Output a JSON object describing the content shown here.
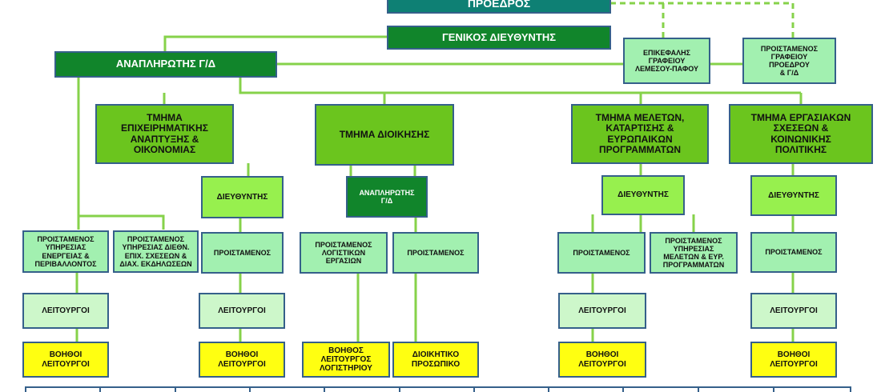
{
  "colors": {
    "line": "#86d24a",
    "dashed_line": "#86d24a",
    "box_border": "#35608a",
    "teal": "#0e8074",
    "dark_green": "#11852b",
    "mid_green": "#6bc51e",
    "light_green": "#97f04e",
    "pale_green": "#a2f0b0",
    "paler_green": "#cdf7ca",
    "yellow": "#ffff11"
  },
  "top": {
    "president": "ΠΡΟΕΔΡΟΣ",
    "general_director": "ΓΕΝΙΚΟΣ ΔΙΕΥΘΥΝΤΗΣ",
    "deputy_gd": "ΑΝΑΠΛΗΡΩΤΗΣ Γ/Δ",
    "limassol_paphos_head": "ΕΠΙΚΕΦΑΛΗΣ\nΓΡΑΦΕΙΟΥ\nΛΕΜΕΣΟΥ-ΠΑΦΟΥ",
    "president_office_head": "ΠΡΟΙΣΤΑΜΕΝΟΣ\nΓΡΑΦΕΙΟΥ\nΠΡΟΕΔΡΟΥ\n& Γ/Δ"
  },
  "departments": {
    "business_dev": "ΤΜΗΜΑ\nΕΠΙΧΕΙΡΗΜΑΤΙΚΗΣ\nΑΝΑΠΤΥΞΗΣ &\nΟΙΚΟΝΟΜΙΑΣ",
    "administration": "ΤΜΗΜΑ ΔΙΟΙΚΗΣΗΣ",
    "studies": "ΤΜΗΜΑ ΜΕΛΕΤΩΝ,\nΚΑΤΑΡΤΙΣΗΣ &\nΕΥΡΩΠΑΙΚΩΝ\nΠΡΟΓΡΑΜΜΑΤΩΝ",
    "labour": "ΤΜΗΜΑ ΕΡΓΑΣΙΑΚΩΝ\nΣΧΕΣΕΩΝ &\nΚΟΙΝΩΝΙΚΗΣ\nΠΟΛΙΤΙΚΗΣ"
  },
  "roles": {
    "director": "ΔΙΕΥΘΥΝΤΗΣ",
    "deputy_gd_small": "ΑΝΑΠΛΗΡΩΤΗΣ\nΓ/Δ",
    "head": "ΠΡΟΙΣΤΑΜΕΝΟΣ",
    "head_energy": "ΠΡΟΙΣΤΑΜΕΝΟΣ\nΥΠΗΡΕΣΙΑΣ\nΕΝΕΡΓΕΙΑΣ &\nΠΕΡΙΒΑΛΛΟΝΤΟΣ",
    "head_intl": "ΠΡΟΙΣΤΑΜΕΝΟΣ\nΥΠΗΡΕΣΙΑΣ ΔΙΕΘΝ.\nΕΠΙΧ. ΣΧΕΣΕΩΝ &\nΔΙΑΧ. ΕΚΔΗΛΩΣΕΩΝ",
    "head_accounting": "ΠΡΟΙΣΤΑΜΕΝΟΣ\nΛΟΓΙΣΤΙΚΩΝ\nΕΡΓΑΣΙΩΝ",
    "head_studies": "ΠΡΟΙΣΤΑΜΕΝΟΣ\nΥΠΗΡΕΣΙΑΣ\nΜΕΛΕΤΩΝ & ΕΥΡ.\nΠΡΟΓΡΑΜΜΑΤΩΝ",
    "officers": "ΛΕΙΤΟΥΡΓΟΙ",
    "assistant_officers": "ΒΟΗΘΟΙ\nΛΕΙΤΟΥΡΓΟΙ",
    "assistant_accountant": "ΒΟΗΘΟΣ\nΛΕΙΤΟΥΡΓΟΣ\nΛΟΓΙΣΤΗΡΙΟΥ",
    "admin_staff": "ΔΙΟΙΚΗΤΙΚΟ\nΠΡΟΣΩΠΙΚΟ"
  }
}
